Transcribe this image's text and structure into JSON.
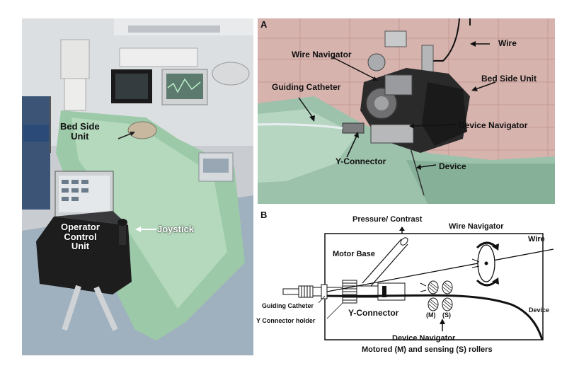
{
  "figure": {
    "left_photo": {
      "labels": {
        "bed_side_unit": "Bed Side\nUnit",
        "operator_control_unit": "Operator\nControl\nUnit",
        "joystick": "Joystick"
      }
    },
    "panel_a": {
      "letter": "A",
      "labels": {
        "wire": "Wire",
        "wire_navigator": "Wire Navigator",
        "bed_side_unit": "Bed Side Unit",
        "guiding_catheter": "Guiding Catheter",
        "device_navigator": "Device Navigator",
        "y_connector": "Y-Connector",
        "device": "Device"
      }
    },
    "panel_b": {
      "letter": "B",
      "labels": {
        "pressure_contrast": "Pressure/ Contrast",
        "wire_navigator": "Wire Navigator",
        "wire": "Wire",
        "motor_base": "Motor Base",
        "guiding_catheter": "Guiding Catheter",
        "y_connector": "Y-Connector",
        "m": "(M)",
        "s": "(S)",
        "device": "Device",
        "y_connector_holder": "Y Connector holder",
        "device_navigator": "Device Navigator",
        "rollers": "Motored (M) and sensing (S) rollers"
      }
    }
  }
}
